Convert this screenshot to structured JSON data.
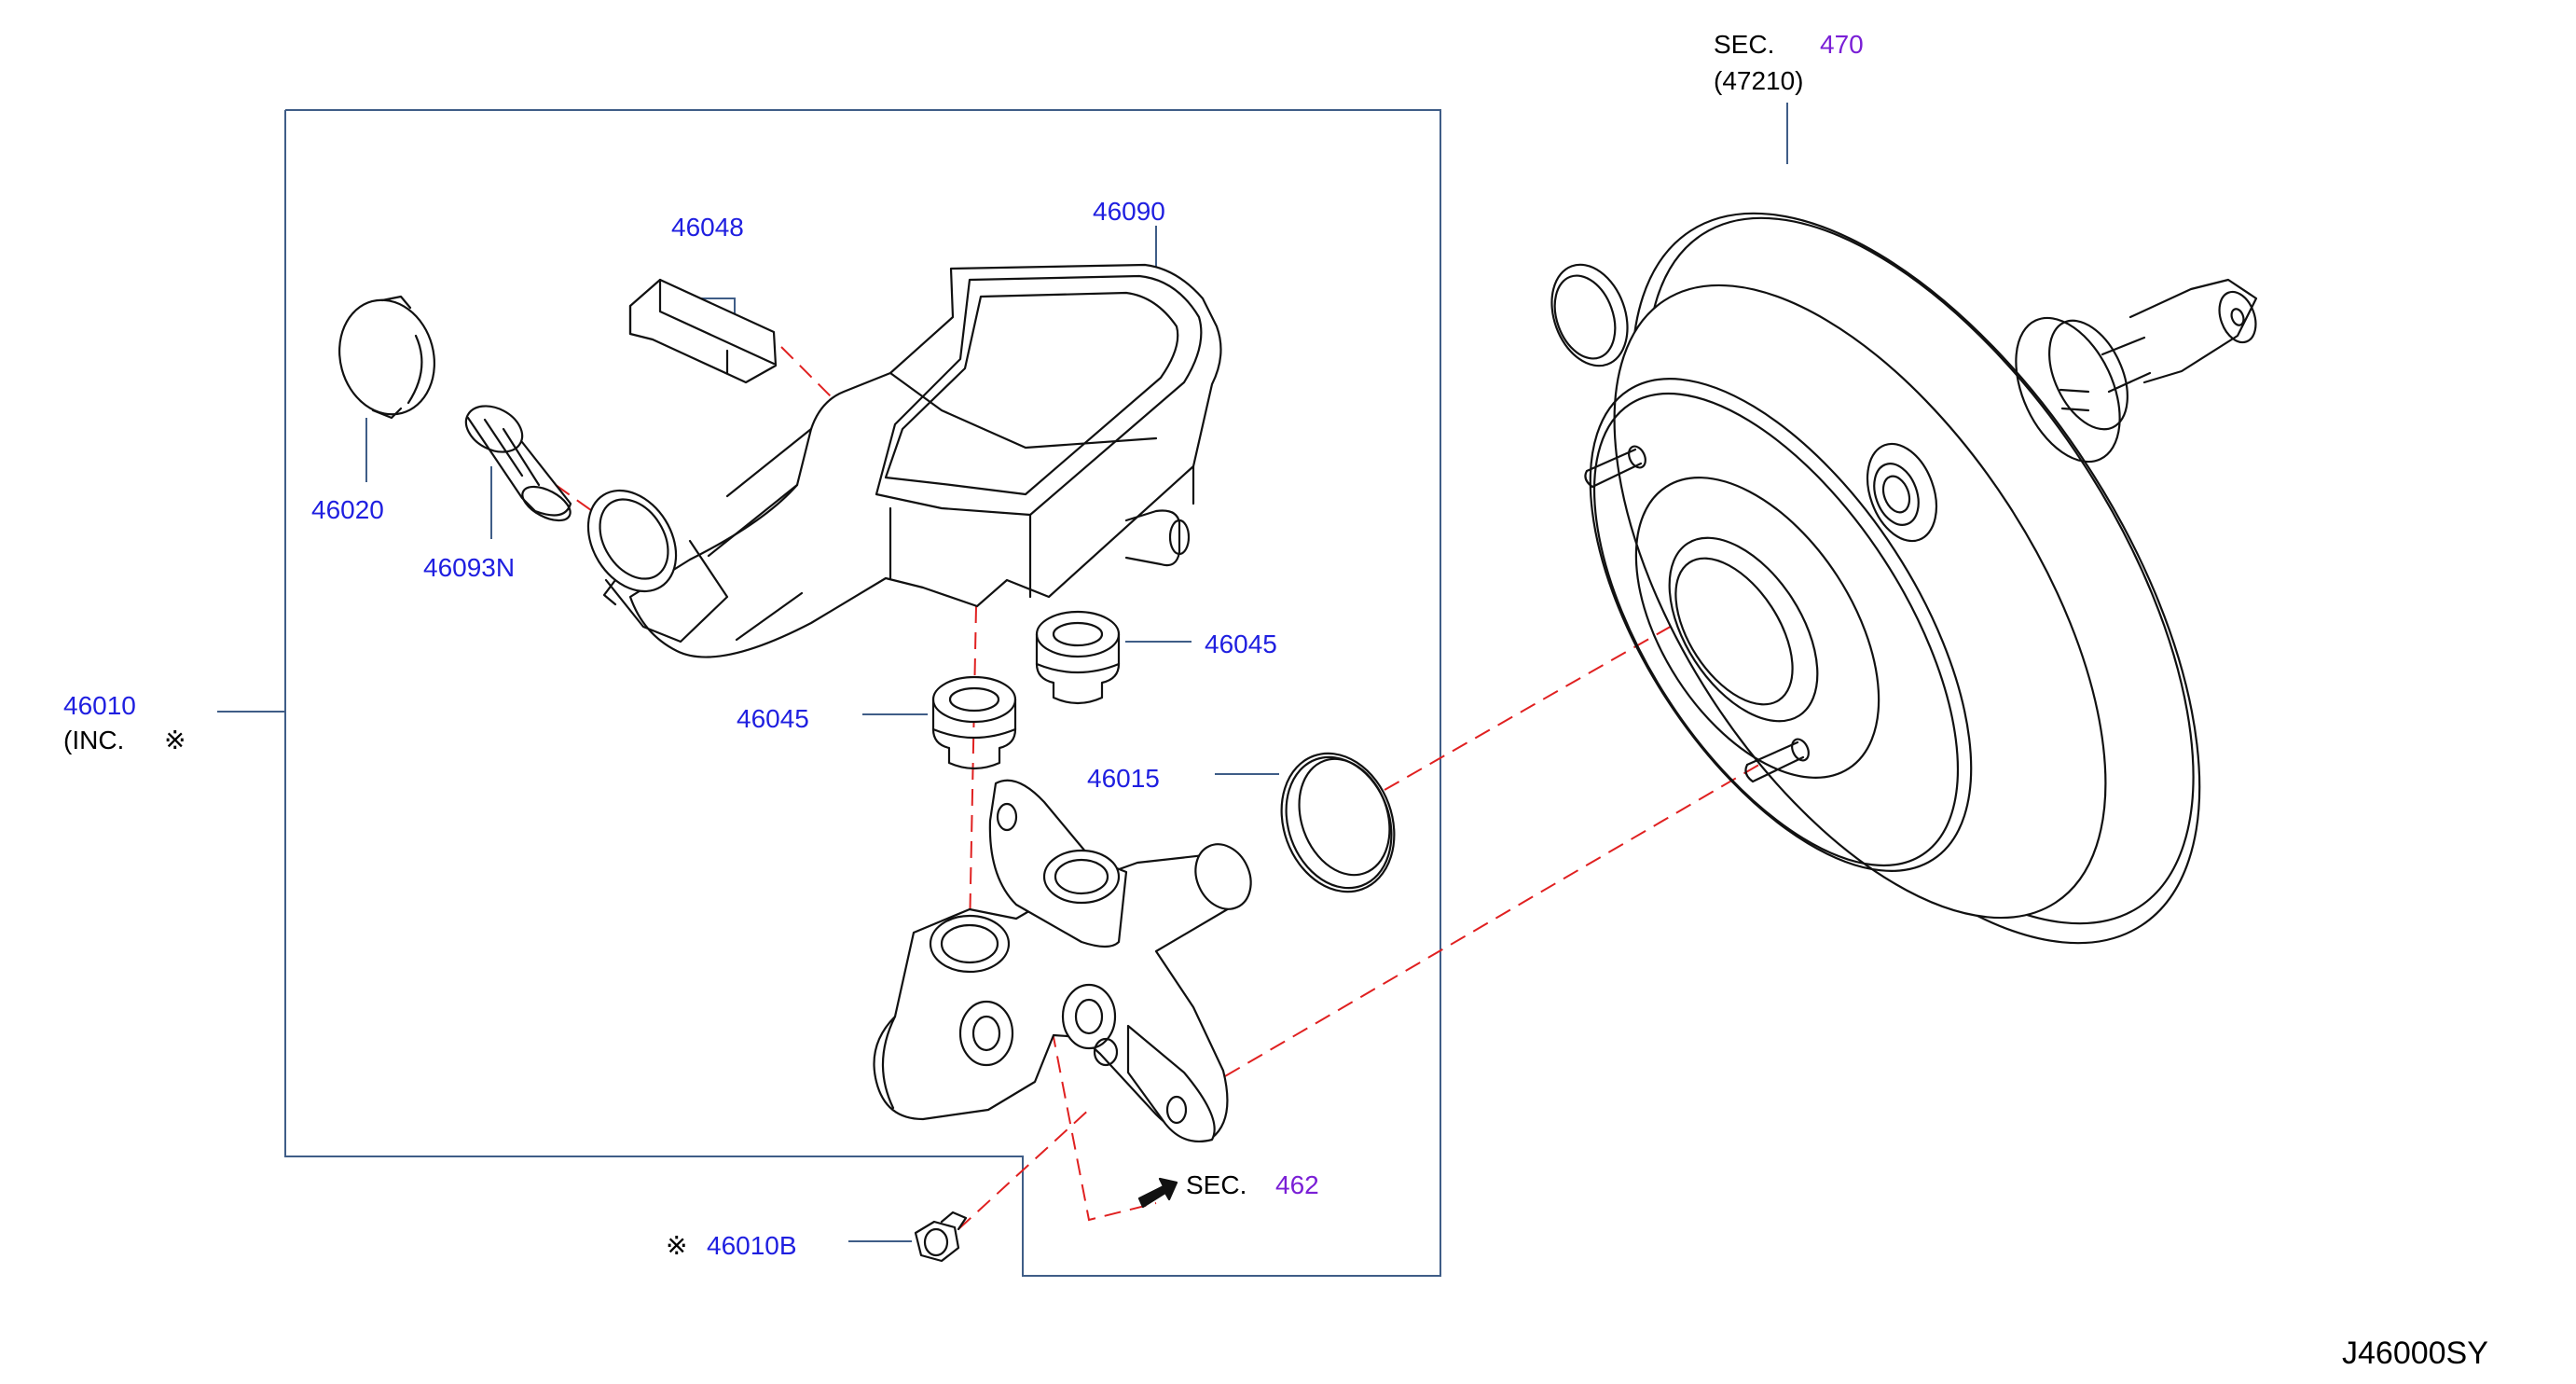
{
  "labels": {
    "sec_470_prefix": "SEC.",
    "sec_470_num": "470",
    "sec_470_sub": "(47210)",
    "p46048": "46048",
    "p46090": "46090",
    "p46020": "46020",
    "p46093n": "46093N",
    "p46045_right": "46045",
    "p46045_left": "46045",
    "p46010": "46010",
    "inc_text": "(INC.",
    "inc_symbol": "※",
    "p46015": "46015",
    "sec_462_prefix": "SEC.",
    "sec_462_num": "462",
    "p46010b_symbol": "※",
    "p46010b": "46010B",
    "diagram_code": "J46000SY"
  },
  "colors": {
    "part_number": "#1f1fe0",
    "section_ref": "#7a1fd6",
    "frame": "#3f5d87",
    "dashed_leader": "#e02020",
    "drawing": "#111111"
  }
}
